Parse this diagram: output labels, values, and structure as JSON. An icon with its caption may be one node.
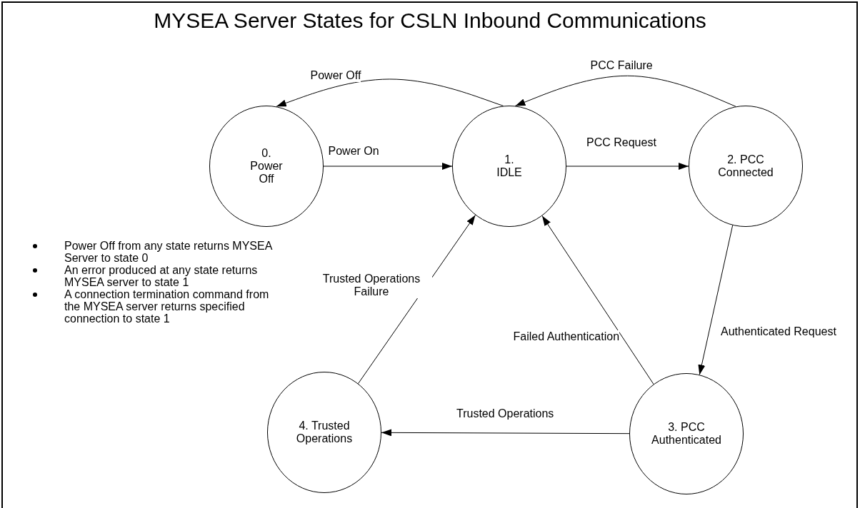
{
  "diagram": {
    "title": "MYSEA Server States for CSLN Inbound Communications",
    "nodes": [
      {
        "text": [
          "0. Power Off"
        ]
      },
      {
        "text": [
          "1. IDLE"
        ]
      },
      {
        "text": [
          "2. PCC Connected"
        ]
      },
      {
        "text": [
          "3. PCC Authenticated"
        ]
      },
      {
        "text": [
          "4. Trusted Operations"
        ]
      }
    ],
    "edges": [
      {
        "from": 1,
        "to": 0,
        "arrow": "to",
        "label": "Power Off"
      },
      {
        "from": 0,
        "to": 1,
        "arrow": "to",
        "label": "Power On"
      },
      {
        "from": 1,
        "to": 2,
        "arrow": "to",
        "label": "PCC Request"
      },
      {
        "from": 2,
        "to": 1,
        "arrow": "to",
        "label": "PCC Failure"
      },
      {
        "from": 2,
        "to": 3,
        "arrow": "to",
        "label": "Authenticated Request"
      },
      {
        "from": 3,
        "to": 1,
        "arrow": "to",
        "label": "Failed Authentication"
      },
      {
        "from": 3,
        "to": 4,
        "arrow": "to",
        "label": "Trusted Operations"
      },
      {
        "from": 4,
        "to": 1,
        "arrow": "to",
        "label": "Trusted Operations Failure"
      }
    ],
    "labels": [
      "Power Off from any state returns MYSEA Server to state 0",
      "An error produced at any state returns MYSEA server to  state 1",
      "A connection termination command from the MYSEA server returns specified connection to state 1"
    ]
  }
}
